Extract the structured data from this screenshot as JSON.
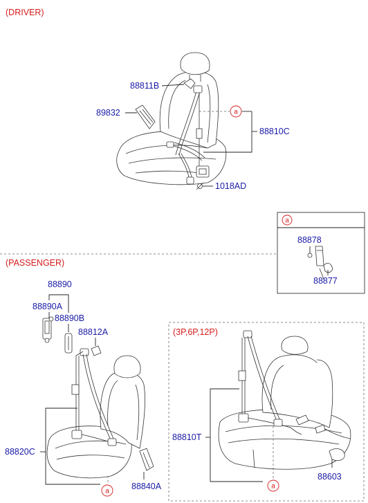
{
  "sections": {
    "driver": "(DRIVER)",
    "passenger": "(PASSENGER)",
    "variant": "(3P,6P,12P)",
    "detail_marker": "a"
  },
  "driver": {
    "labels": {
      "p88811B": "88811B",
      "p89832": "89832",
      "p88810C": "88810C",
      "p1018AD": "1018AD",
      "ref_a": "a"
    }
  },
  "detail": {
    "header": "a",
    "labels": {
      "p88878": "88878",
      "p88877": "88877"
    }
  },
  "passenger": {
    "labels": {
      "p88890": "88890",
      "p88890A": "88890A",
      "p88890B": "88890B",
      "p88812A": "88812A",
      "p88820C": "88820C",
      "p88840A": "88840A",
      "ref_a": "a"
    }
  },
  "variant": {
    "labels": {
      "p88810T": "88810T",
      "p88603": "88603",
      "ref_a": "a"
    }
  },
  "colors": {
    "label": "#1a1aa6",
    "section": "#d41c1c",
    "line": "#222222"
  }
}
